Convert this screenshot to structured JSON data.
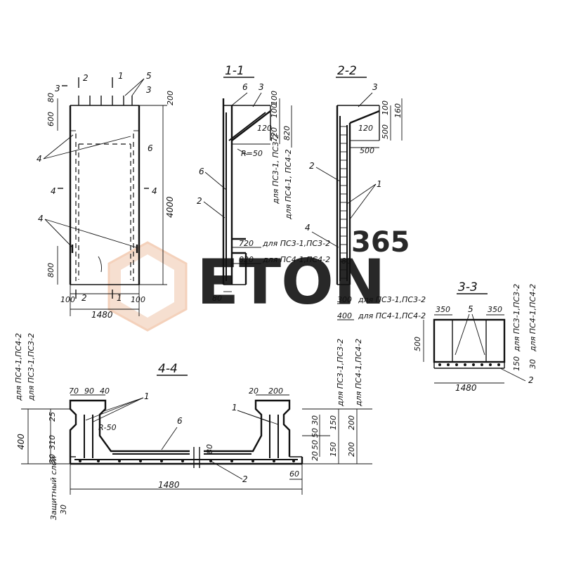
{
  "sections": {
    "s11": "1-1",
    "s22": "2-2",
    "s33": "3-3",
    "s44": "4-4"
  },
  "callouts": {
    "c1": "1",
    "c2": "2",
    "c3": "3",
    "c4": "4",
    "c5": "5",
    "c6": "6"
  },
  "dims": {
    "d80": "80",
    "d600": "600",
    "d200": "200",
    "d4000": "4000",
    "d800": "800",
    "d100": "100",
    "d1480": "1480",
    "d720": "720",
    "d820": "820",
    "d100b": "100",
    "d100c": "100",
    "d80b": "80",
    "d500": "500",
    "d160": "160",
    "d300": "300",
    "d400": "400",
    "d350": "350",
    "d150": "150",
    "d30": "30",
    "d70": "70",
    "d90": "90",
    "d40": "40",
    "d25": "25",
    "d310": "310",
    "d20": "20",
    "d60": "60",
    "d50": "50",
    "d120": "120"
  },
  "radii": {
    "r50": "R=50",
    "r50b": "R-50"
  },
  "labels": {
    "pc3": "для ПС3-1, ПС3-2",
    "pc4": "для ПС4-1, ПС4-2",
    "pc3short": "для ПС3-1,ПС3-2",
    "pc4short": "для ПС4-1,ПС4-2",
    "prot": "Защитный слой"
  },
  "watermark": {
    "brand": "ETON",
    "num": "365"
  },
  "colors": {
    "ink": "#111111",
    "watermark_gray": "#d9d9d9",
    "watermark_orange": "#f6d8c3"
  }
}
